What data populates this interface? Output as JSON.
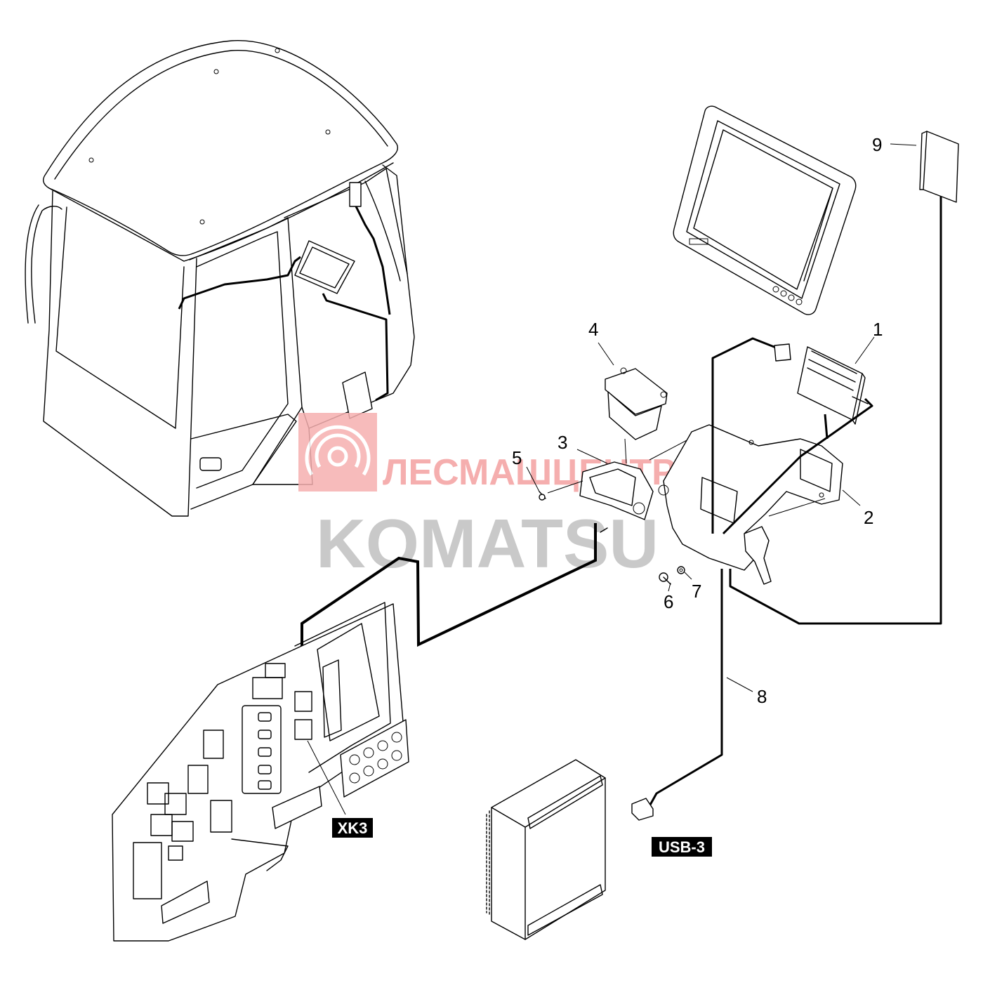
{
  "callouts": [
    {
      "id": "1",
      "text": "1"
    },
    {
      "id": "2",
      "text": "2"
    },
    {
      "id": "3",
      "text": "3"
    },
    {
      "id": "4",
      "text": "4"
    },
    {
      "id": "5",
      "text": "5"
    },
    {
      "id": "6",
      "text": "6"
    },
    {
      "id": "7",
      "text": "7"
    },
    {
      "id": "8",
      "text": "8"
    },
    {
      "id": "9",
      "text": "9"
    }
  ],
  "connector_tags": {
    "xk3": "XK3",
    "usb3": "USB-3"
  },
  "watermark": {
    "line1": "ЛЕСМАШЦЕНТР",
    "line2": "KOMATSU",
    "color_logo": "#f08a8a",
    "color_text": "#b8b8b8"
  }
}
